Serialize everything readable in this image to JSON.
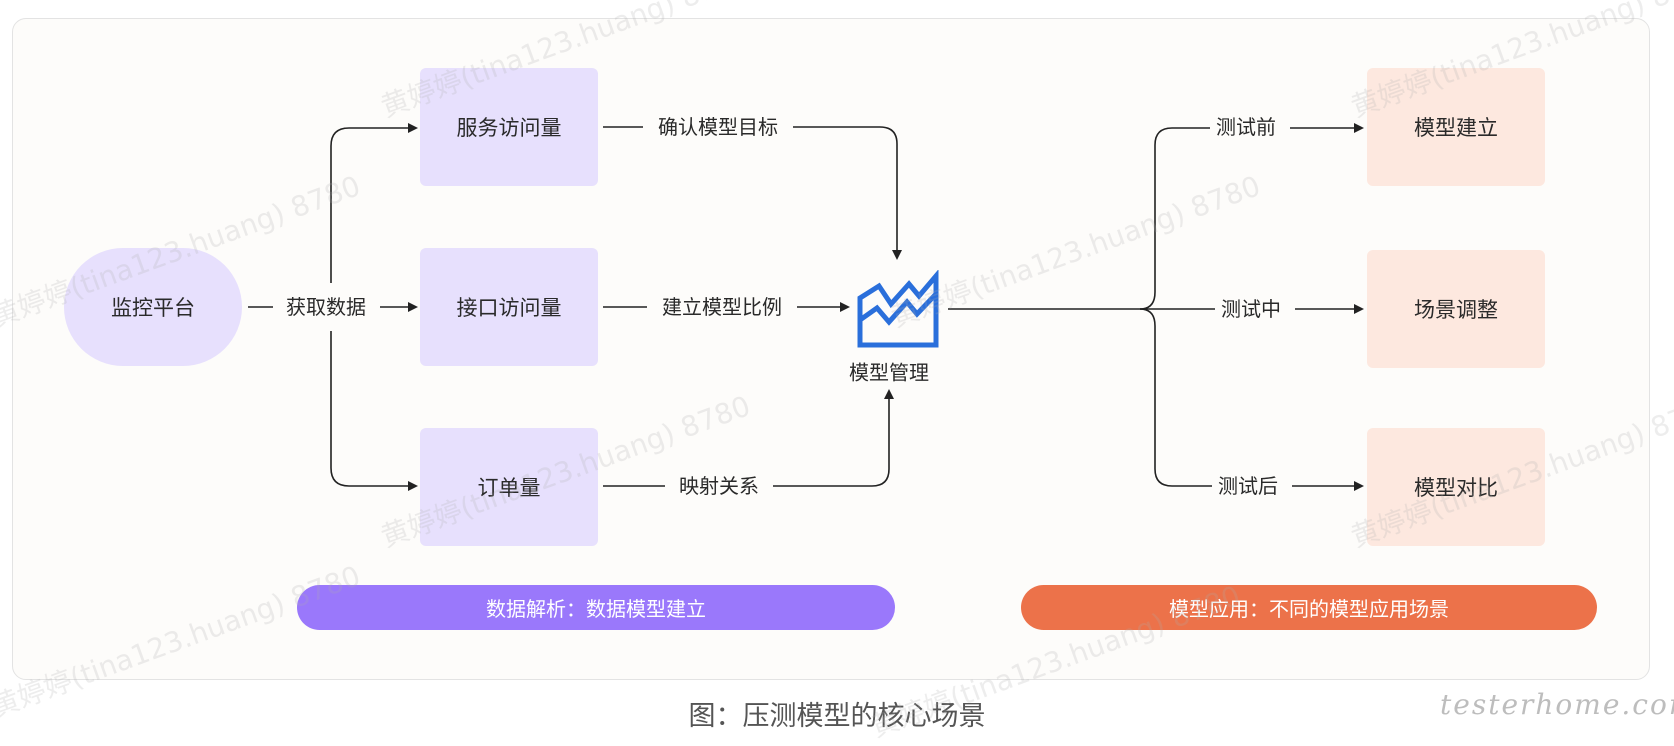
{
  "source": {
    "label": "监控平台"
  },
  "fetch_label": "获取数据",
  "data_boxes": [
    {
      "label": "服务访问量",
      "edge_label": "确认模型目标"
    },
    {
      "label": "接口访问量",
      "edge_label": "建立模型比例"
    },
    {
      "label": "订单量",
      "edge_label": "映射关系"
    }
  ],
  "center": {
    "label": "模型管理",
    "icon": "chart-icon"
  },
  "application_boxes": [
    {
      "label": "模型建立",
      "edge_label": "测试前"
    },
    {
      "label": "场景调整",
      "edge_label": "测试中"
    },
    {
      "label": "模型对比",
      "edge_label": "测试后"
    }
  ],
  "banners": {
    "left": "数据解析：数据模型建立",
    "right": "模型应用：不同的模型应用场景"
  },
  "caption": "图：压测模型的核心场景",
  "watermark": "黄婷婷(tina123.huang) 8780",
  "signature": "testerhome.com",
  "colors": {
    "purple_box": "#e7e0fd",
    "peach_box": "#fde8df",
    "left_banner": "#9a78fb",
    "right_banner": "#ec724a",
    "icon_blue": "#2a6fdb",
    "line": "#222222"
  }
}
